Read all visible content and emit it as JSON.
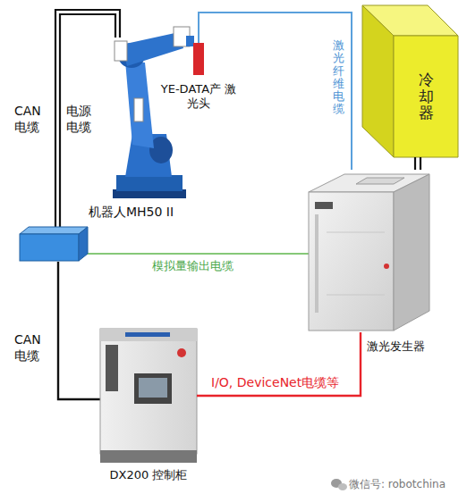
{
  "diagram": {
    "nodes": [
      {
        "text": [
          "YE-DATA产 激光头"
        ]
      },
      {
        "text": [
          "机器人MH50 II"
        ]
      },
      {
        "text": [
          "冷却器"
        ]
      },
      {
        "text": [
          "激光发生器"
        ]
      },
      {
        "text": [
          "DX200 控制柜"
        ]
      }
    ],
    "edges": [
      {
        "from": 0,
        "to": 3,
        "arrow": "none",
        "label": "激光纤维电缆"
      },
      {
        "from": 2,
        "to": 3,
        "arrow": "none"
      },
      {
        "from": 4,
        "to": 3,
        "arrow": "none",
        "label": "I/O, DeviceNet电缆等"
      }
    ],
    "labels": [
      "CAN 电缆",
      "电源 电缆",
      "模拟量输出电缆",
      "CAN 电缆",
      "微信号: robotchina"
    ]
  }
}
